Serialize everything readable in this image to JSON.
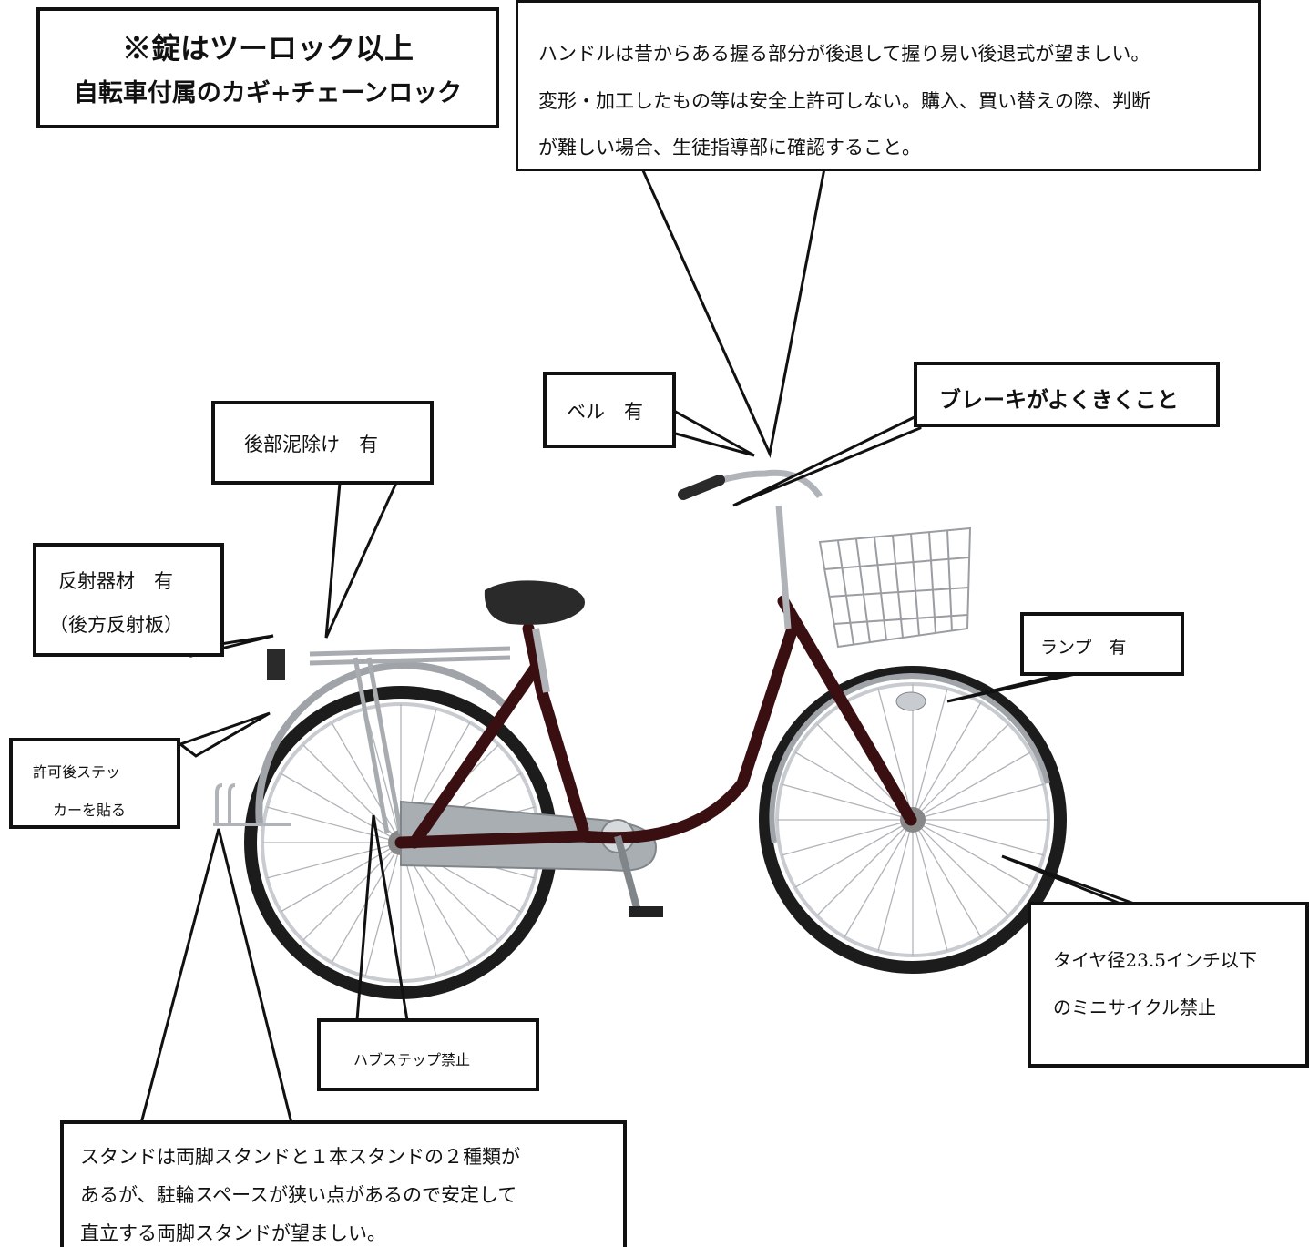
{
  "callouts": {
    "lock": {
      "line1": "※錠はツーロック以上",
      "line2": "自転車付属のカギ+チェーンロック"
    },
    "handle": {
      "line1": "ハンドルは昔からある握る部分が後退して握り易い後退式が望ましい。",
      "line2": "変形・加工したもの等は安全上許可しない。購入、買い替えの際、判断",
      "line3": "が難しい場合、生徒指導部に確認すること。"
    },
    "bell": {
      "text": "ベル　有"
    },
    "brake": {
      "text": "ブレーキがよくきくこと"
    },
    "mudguard": {
      "text": "後部泥除け　有"
    },
    "reflector": {
      "line1": "反射器材　有",
      "line2": "（後方反射板）"
    },
    "lamp": {
      "text": "ランプ　有"
    },
    "sticker": {
      "line1": "許可後ステッ",
      "line2": "カーを貼る"
    },
    "tire": {
      "line1": "タイヤ径23.5インチ以下",
      "line2": "のミニサイクル禁止"
    },
    "hubstep": {
      "text": "ハブステップ禁止"
    },
    "stand": {
      "line1": "スタンドは両脚スタンドと１本スタンドの２種類が",
      "line2": "あるが、駐輪スペースが狭い点があるので安定して",
      "line3": "直立する両脚スタンドが望ましい。"
    }
  },
  "colors": {
    "frame": "#3a0f12",
    "tire": "#1c1c1c",
    "chrome": "#b8bcc0",
    "saddle": "#2a2a2a",
    "chainguard": "#a9aeb3"
  }
}
